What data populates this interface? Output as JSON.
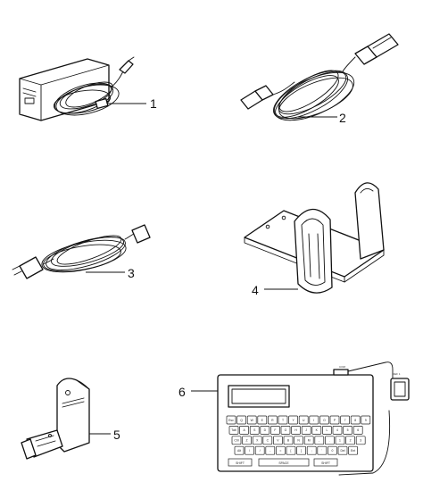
{
  "callouts": {
    "c1": "1",
    "c2": "2",
    "c3": "3",
    "c4": "4",
    "c5": "5",
    "c6": "6"
  },
  "keypad_labels": {
    "com_port": "COM",
    "cable_end": "DEF 1",
    "shift_left": "SHIFT",
    "space": "SPACE",
    "shift_right": "SHIFT"
  },
  "keyboard_rows": [
    [
      "Esc",
      "Q",
      "W",
      "E",
      "R",
      "T",
      "Y",
      "U",
      "I",
      "O",
      "P",
      "7",
      "8",
      "9"
    ],
    [
      "Tab",
      "A",
      "S",
      "D",
      "F",
      "G",
      "H",
      "J",
      "K",
      "L",
      "4",
      "5",
      "6"
    ],
    [
      "Ctrl",
      "Z",
      "X",
      "C",
      "V",
      "B",
      "N",
      "M",
      ",",
      ".",
      "1",
      "2",
      "3"
    ],
    [
      "Alt",
      "\\",
      "/",
      "-",
      "=",
      "[",
      "]",
      ";",
      "'",
      "0",
      "Del",
      "Ent"
    ]
  ],
  "colors": {
    "line": "#111111",
    "paper": "#ffffff"
  }
}
